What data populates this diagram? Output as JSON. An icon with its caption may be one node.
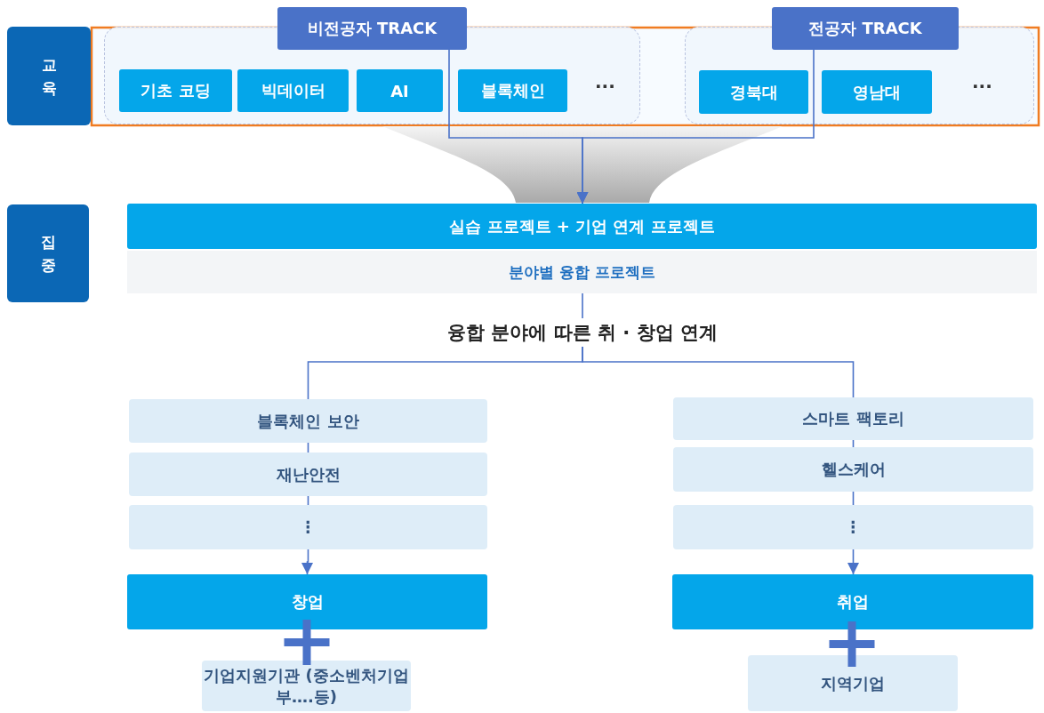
{
  "diagram": {
    "nodes": [
      {
        "text": [
          "교육"
        ]
      },
      {
        "text": [],
        "shape": "box"
      },
      {
        "text": [
          "비전공자 TRACK"
        ]
      },
      {
        "text": [
          "기초 코딩"
        ],
        "in": 1
      },
      {
        "text": [
          "빅데이터"
        ],
        "in": 1
      },
      {
        "text": [
          "AI"
        ],
        "in": 1
      },
      {
        "text": [
          "블록체인"
        ],
        "in": 1
      },
      {
        "text": [],
        "shape": "box"
      },
      {
        "text": [
          "전공자 TRACK"
        ]
      },
      {
        "text": [
          "경북대"
        ],
        "in": 7
      },
      {
        "text": [
          "영남대"
        ],
        "in": 7
      },
      {
        "text": [
          "집중"
        ]
      },
      {
        "text": [
          "실습 프로젝트 + 기업 연계 프로젝트"
        ]
      },
      {
        "text": [
          "분야별 융합 프로젝트"
        ]
      },
      {
        "text": [
          "융합 분야에 따른 취 · 창업 연계"
        ]
      },
      {
        "text": [
          "블록체인 보안"
        ]
      },
      {
        "text": [
          "재난안전"
        ]
      },
      {
        "text": [
          "⋮"
        ]
      },
      {
        "text": [
          "창업"
        ]
      },
      {
        "text": [
          "기업지원기관 (중소벤처기업부….등)"
        ]
      },
      {
        "text": [
          "스마트 팩토리"
        ]
      },
      {
        "text": [
          "헬스케어"
        ]
      },
      {
        "text": [
          "⋮"
        ]
      },
      {
        "text": [
          "취업"
        ]
      },
      {
        "text": [
          "지역기업"
        ]
      }
    ],
    "edges": [
      {
        "from": 2,
        "to": 12,
        "arrow": "to"
      },
      {
        "from": 8,
        "to": 12,
        "arrow": "to"
      },
      {
        "from": 13,
        "to": 14,
        "arrow": "none"
      },
      {
        "from": 14,
        "to": 15,
        "arrow": "none"
      },
      {
        "from": 14,
        "to": 20,
        "arrow": "none"
      },
      {
        "from": 15,
        "to": 16,
        "arrow": "none"
      },
      {
        "from": 16,
        "to": 17,
        "arrow": "none"
      },
      {
        "from": 17,
        "to": 18,
        "arrow": "to"
      },
      {
        "from": 20,
        "to": 21,
        "arrow": "none"
      },
      {
        "from": 21,
        "to": 22,
        "arrow": "none"
      },
      {
        "from": 22,
        "to": 23,
        "arrow": "to"
      }
    ],
    "labels": [
      "···",
      "···"
    ]
  }
}
